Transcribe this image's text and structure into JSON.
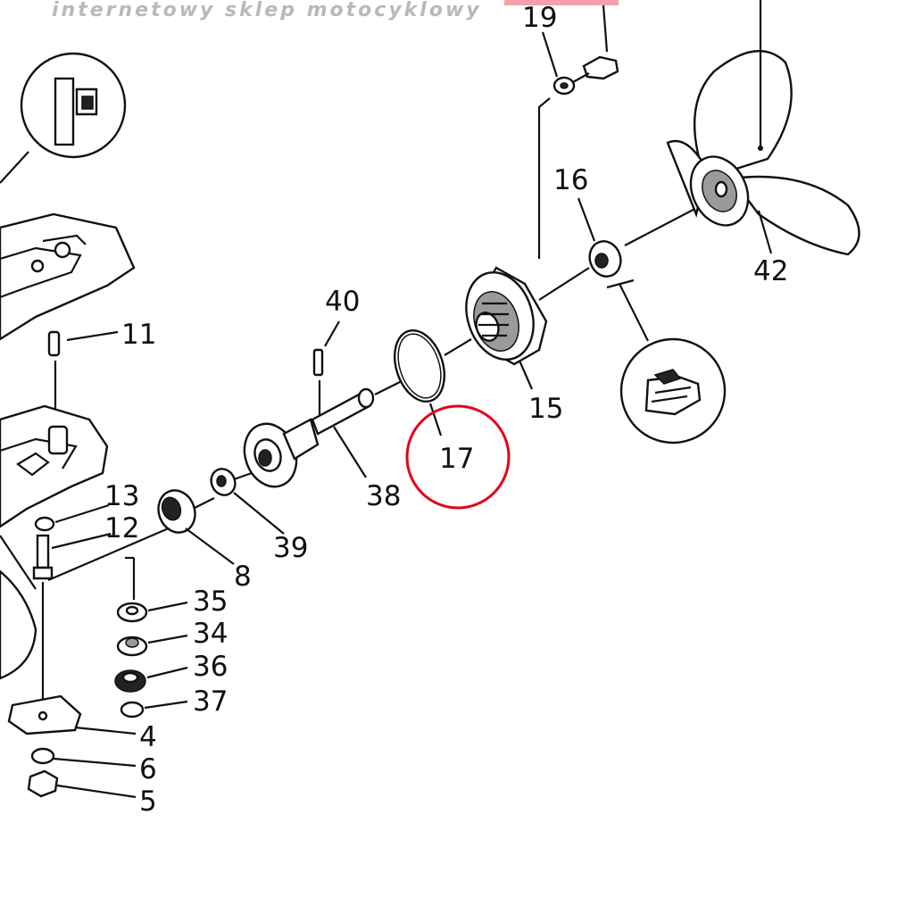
{
  "watermark": "internetowy sklep motocyklowy",
  "highlight_color": "#e4001b",
  "callouts": {
    "p19": "19",
    "p16": "16",
    "p42": "42",
    "p40": "40",
    "p11": "11",
    "p15": "15",
    "p17": "17",
    "p38": "38",
    "p13": "13",
    "p12": "12",
    "p39": "39",
    "p8": "8",
    "p35": "35",
    "p34": "34",
    "p36": "36",
    "p37": "37",
    "p4": "4",
    "p6": "6",
    "p5": "5"
  }
}
